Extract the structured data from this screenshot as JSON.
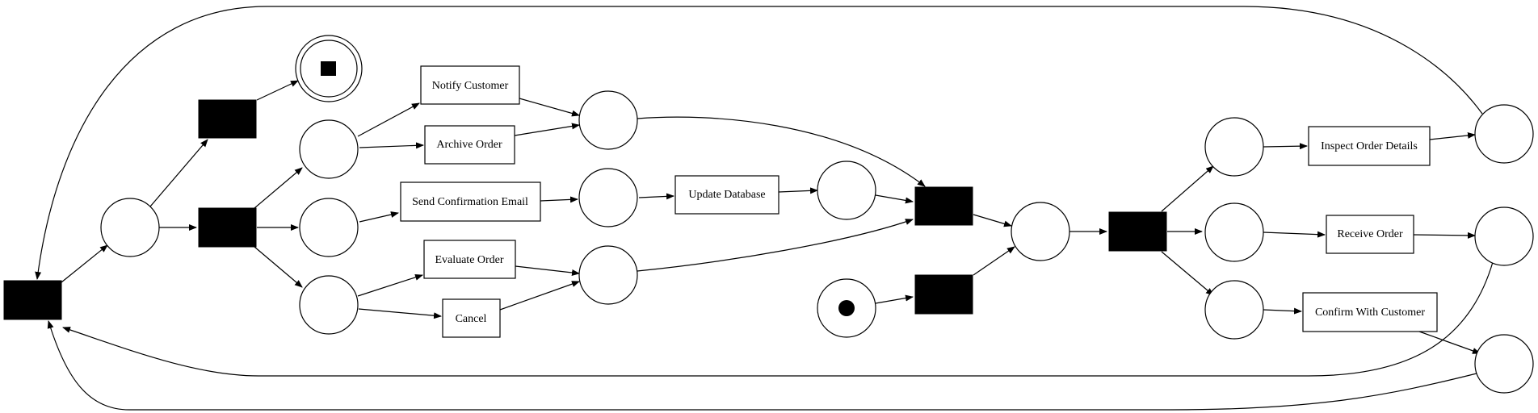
{
  "diagram": {
    "type": "petri-net",
    "labels": {
      "notify_customer": "Notify Customer",
      "archive_order": "Archive Order",
      "send_confirmation_email": "Send Confirmation Email",
      "update_database": "Update Database",
      "evaluate_order": "Evaluate Order",
      "cancel": "Cancel",
      "inspect_order_details": "Inspect Order Details",
      "receive_order": "Receive Order",
      "confirm_with_customer": "Confirm With Customer"
    },
    "places": [
      "p_loop",
      "p_a1",
      "p_a2",
      "p_a3",
      "p_join1",
      "p_email",
      "p_join2",
      "p_upd",
      "p_source",
      "p_mid",
      "p_b1",
      "p_b2",
      "p_b3",
      "p_c1",
      "p_c2",
      "p_c3",
      "p_sink"
    ],
    "silent_transitions": [
      "t_start",
      "t_end",
      "t_split",
      "t_join",
      "t_init",
      "t_split2"
    ],
    "arcs": [
      [
        "t_start",
        "p_loop"
      ],
      [
        "p_loop",
        "t_end"
      ],
      [
        "p_loop",
        "t_split"
      ],
      [
        "t_end",
        "p_sink"
      ],
      [
        "t_split",
        "p_a1"
      ],
      [
        "t_split",
        "p_a2"
      ],
      [
        "t_split",
        "p_a3"
      ],
      [
        "p_a1",
        "notify_customer"
      ],
      [
        "p_a1",
        "archive_order"
      ],
      [
        "notify_customer",
        "p_join1"
      ],
      [
        "archive_order",
        "p_join1"
      ],
      [
        "p_a2",
        "send_confirmation_email"
      ],
      [
        "send_confirmation_email",
        "p_email"
      ],
      [
        "p_email",
        "update_database"
      ],
      [
        "update_database",
        "p_upd"
      ],
      [
        "p_a3",
        "evaluate_order"
      ],
      [
        "p_a3",
        "cancel"
      ],
      [
        "evaluate_order",
        "p_join2"
      ],
      [
        "cancel",
        "p_join2"
      ],
      [
        "p_join1",
        "t_join"
      ],
      [
        "p_upd",
        "t_join"
      ],
      [
        "p_join2",
        "t_join"
      ],
      [
        "p_source",
        "t_init"
      ],
      [
        "t_init",
        "p_mid"
      ],
      [
        "t_join",
        "p_mid"
      ],
      [
        "p_mid",
        "t_split2"
      ],
      [
        "t_split2",
        "p_b1"
      ],
      [
        "t_split2",
        "p_b2"
      ],
      [
        "t_split2",
        "p_b3"
      ],
      [
        "p_b1",
        "inspect_order_details"
      ],
      [
        "inspect_order_details",
        "p_c1"
      ],
      [
        "p_b2",
        "receive_order"
      ],
      [
        "receive_order",
        "p_c2"
      ],
      [
        "p_b3",
        "confirm_with_customer"
      ],
      [
        "confirm_with_customer",
        "p_c3"
      ],
      [
        "p_c1",
        "t_start"
      ],
      [
        "p_c2",
        "t_start"
      ],
      [
        "p_c3",
        "t_start"
      ]
    ],
    "initial_marking": [
      "p_source"
    ],
    "final_marking": [
      "p_sink"
    ]
  }
}
